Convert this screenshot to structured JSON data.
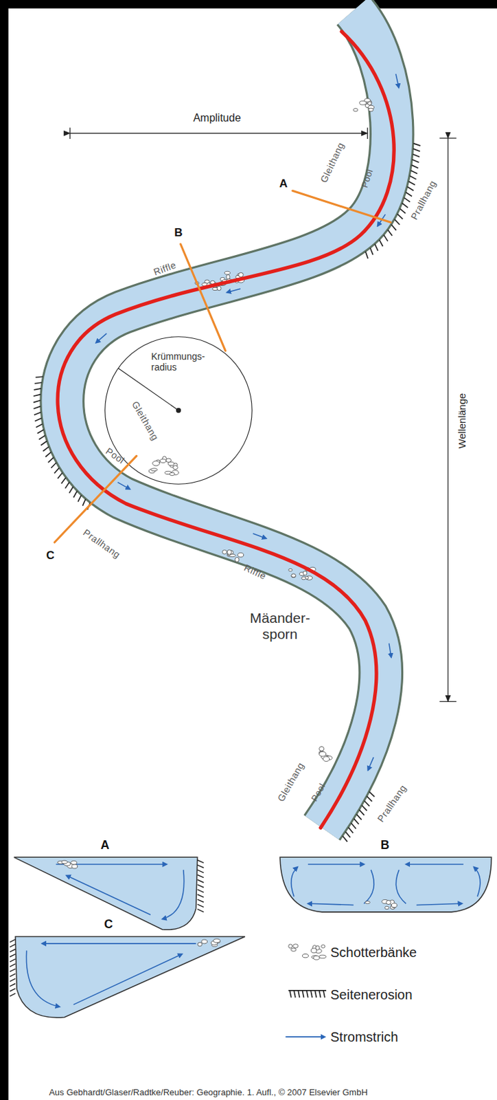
{
  "diagram": {
    "caption": "Aus Gebhardt/Glaser/Radtke/Reuber: Geographie. 1. Aufl., © 2007 Elsevier GmbH",
    "labels": [
      "Amplitude",
      "A",
      "Gleithang",
      "Prallhang",
      "Pool",
      "B",
      "Riffle",
      "Krümmungs- radius",
      "Wellenlänge",
      "Gleithang",
      "Pool",
      "Prallhang",
      "C",
      "Riffle",
      "Mäander- sporn",
      "Gleithang",
      "Pool",
      "Prallhang",
      "A",
      "B",
      "C"
    ],
    "legend": [
      {
        "text": "Schotterbänke"
      },
      {
        "text": "Seitenerosion"
      },
      {
        "text": "Stromstrich"
      }
    ]
  }
}
